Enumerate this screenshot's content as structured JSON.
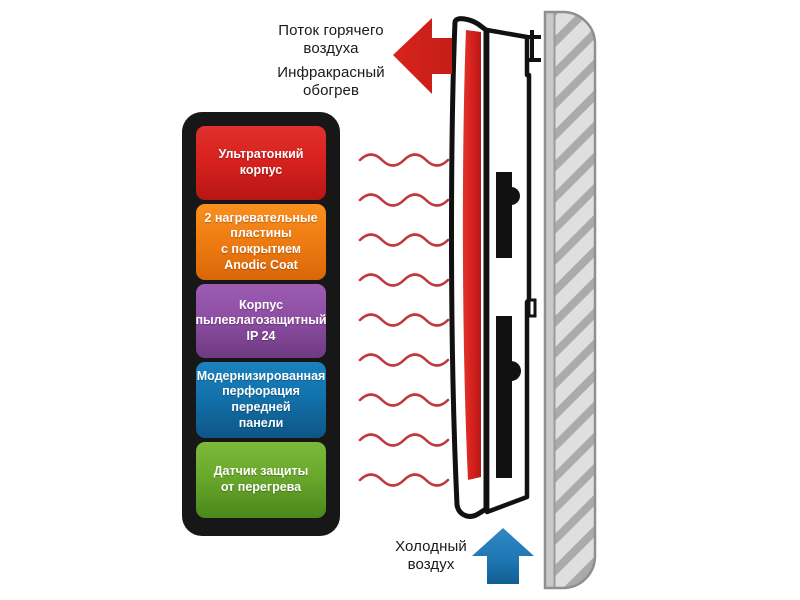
{
  "diagram": {
    "title_alt": "Infrared heater cross-section diagram",
    "background_color": "#ffffff"
  },
  "annotations": {
    "hot_air_flow": "Поток горячего\nвоздуха",
    "infrared_heating": "Инфракрасный\nобогрев",
    "cold_air": "Холодный\nвоздух"
  },
  "arrows": {
    "hot_air": {
      "name": "hot-air-arrow",
      "direction": "left",
      "color": "#d9261c"
    },
    "cold_air": {
      "name": "cold-air-arrow",
      "direction": "up",
      "color": "#1e75b0"
    }
  },
  "feature_panel": {
    "background_color": "#171717",
    "items": [
      {
        "id": "ultrathin-body",
        "text": "Ультратонкий корпус",
        "color": "#d8221f",
        "color_dark": "#b31618"
      },
      {
        "id": "heating-plates",
        "text": "2 нагревательные\nпластины\nс покрытием\nAnodic Coat",
        "color": "#f07d12",
        "color_dark": "#de6a0a"
      },
      {
        "id": "dust-moisture-body",
        "text": "Корпус\nпылевлагозащитный\nIP 24",
        "color": "#8e4ea3",
        "color_dark": "#733d86"
      },
      {
        "id": "front-panel-perforation",
        "text": "Модернизированная\nперфорация передней\nпанели",
        "color": "#1372ab",
        "color_dark": "#0f5c8c"
      },
      {
        "id": "overheat-sensor",
        "text": "Датчик защиты\nот перегрева",
        "color": "#6aa82c",
        "color_dark": "#4e8a1d"
      }
    ]
  },
  "radiation_waves": {
    "name": "infrared-wave-lines",
    "color": "#c0393c",
    "count": 9
  },
  "device": {
    "front_panel_color": "#d8221f",
    "body_color": "#ffffff",
    "outline_color": "#111111",
    "heating_elements": 2,
    "bracket_count": 2
  },
  "wall": {
    "name": "wall-hatched",
    "fill_color": "#dcdcdc",
    "hatch_color": "#9a9a9a",
    "edge_color": "#8a8a8a"
  }
}
